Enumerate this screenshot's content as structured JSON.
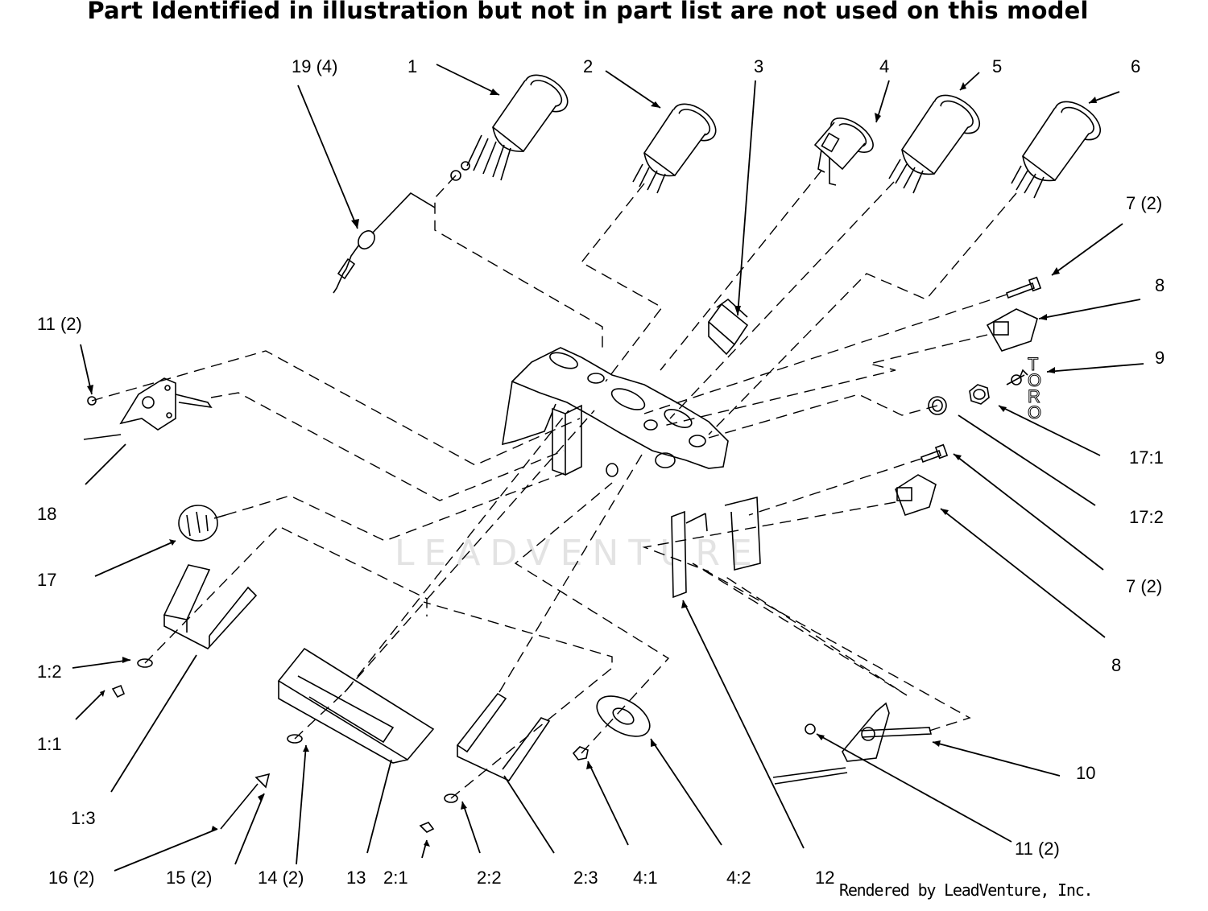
{
  "header": {
    "title": "Part Identified in illustration but not in part list are not used on this model"
  },
  "footer": {
    "rendered_by": "Rendered by LeadVenture, Inc."
  },
  "watermark": "LEADVENTURE",
  "labels": [
    {
      "id": "19 (4)",
      "text": "19 (4)"
    },
    {
      "id": "1",
      "text": "1"
    },
    {
      "id": "2",
      "text": "2"
    },
    {
      "id": "3",
      "text": "3"
    },
    {
      "id": "4",
      "text": "4"
    },
    {
      "id": "5",
      "text": "5"
    },
    {
      "id": "6",
      "text": "6"
    },
    {
      "id": "7a",
      "text": "7 (2)"
    },
    {
      "id": "8a",
      "text": "8"
    },
    {
      "id": "9",
      "text": "9"
    },
    {
      "id": "11a",
      "text": "11 (2)"
    },
    {
      "id": "18",
      "text": "18"
    },
    {
      "id": "17",
      "text": "17"
    },
    {
      "id": "17:1",
      "text": "17:1"
    },
    {
      "id": "17:2",
      "text": "17:2"
    },
    {
      "id": "7b",
      "text": "7 (2)"
    },
    {
      "id": "8b",
      "text": "8"
    },
    {
      "id": "1:2",
      "text": "1:2"
    },
    {
      "id": "1:1",
      "text": "1:1"
    },
    {
      "id": "1:3",
      "text": "1:3"
    },
    {
      "id": "10",
      "text": "10"
    },
    {
      "id": "11b",
      "text": "11 (2)"
    },
    {
      "id": "16",
      "text": "16 (2)"
    },
    {
      "id": "15",
      "text": "15 (2)"
    },
    {
      "id": "14",
      "text": "14 (2)"
    },
    {
      "id": "13",
      "text": "13"
    },
    {
      "id": "2:1",
      "text": "2:1"
    },
    {
      "id": "2:2",
      "text": "2:2"
    },
    {
      "id": "2:3",
      "text": "2:3"
    },
    {
      "id": "4:1",
      "text": "4:1"
    },
    {
      "id": "4:2",
      "text": "4:2"
    },
    {
      "id": "12",
      "text": "12"
    }
  ],
  "brand_text": "TORO"
}
